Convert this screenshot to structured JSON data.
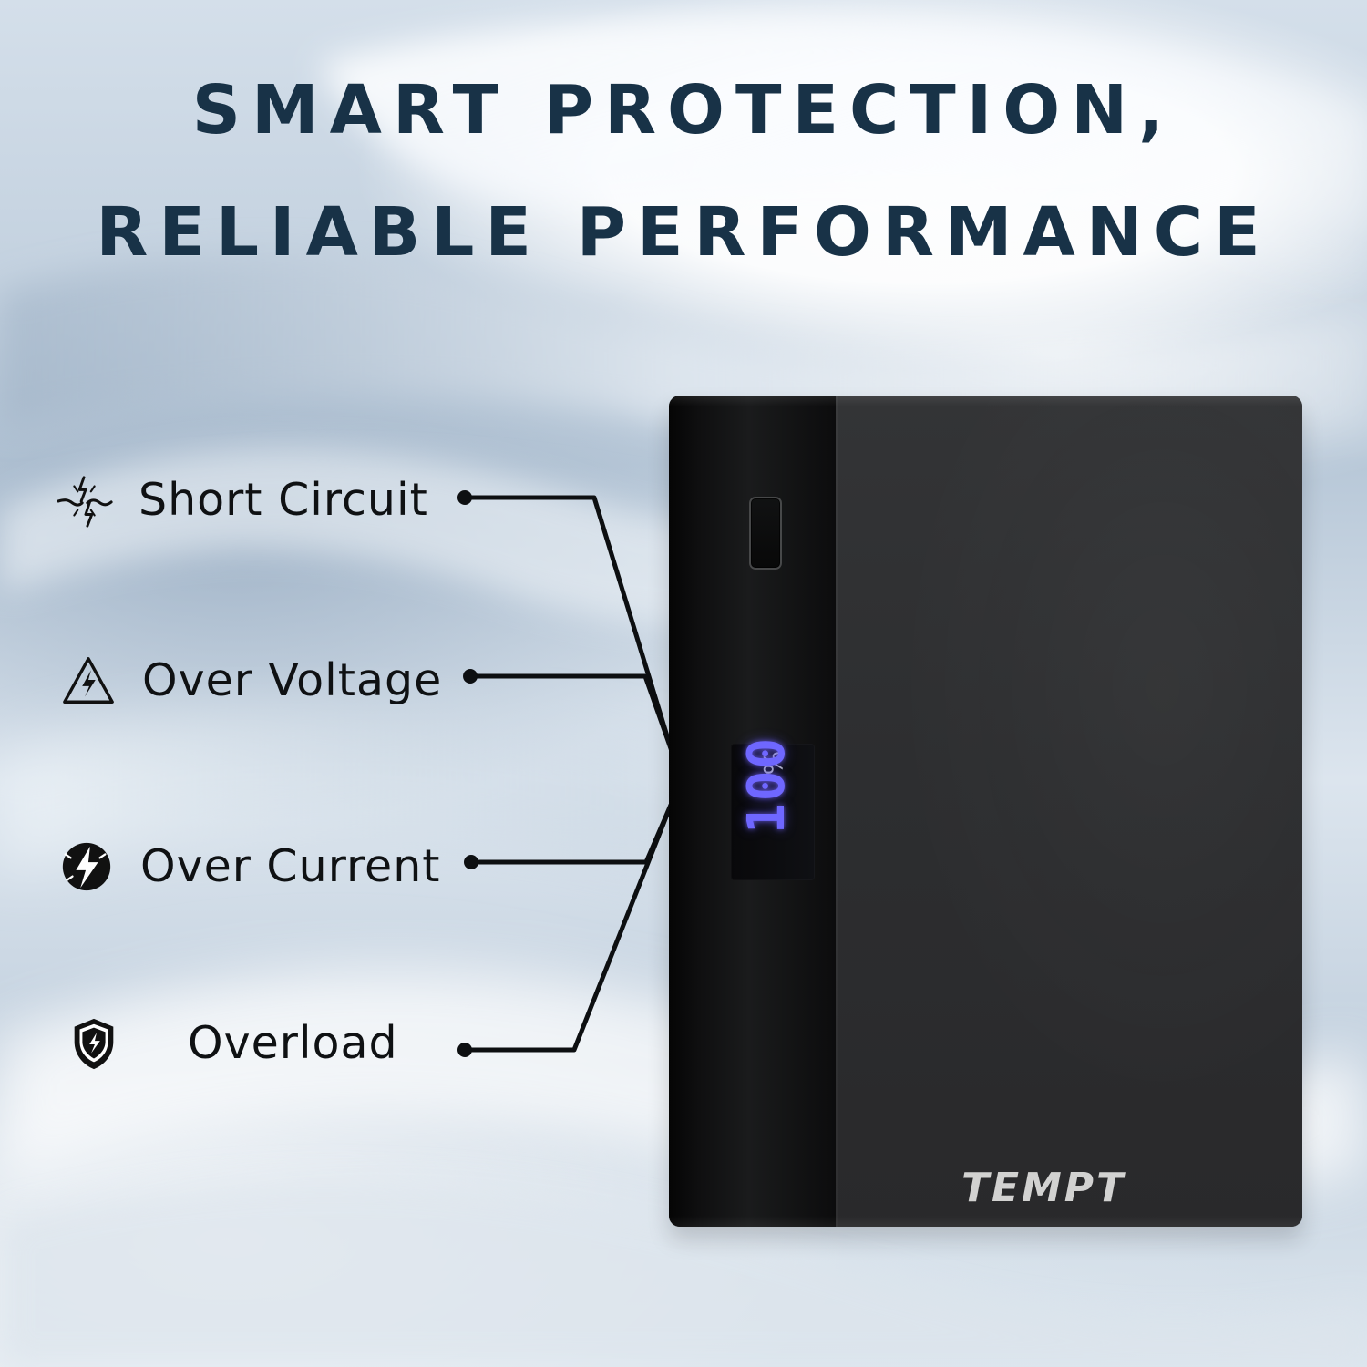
{
  "headline": {
    "line1": "SMART PROTECTION,",
    "line2": "RELIABLE PERFORMANCE"
  },
  "features": [
    {
      "label": "Short Circuit",
      "icon": "short-circuit-icon"
    },
    {
      "label": "Over Voltage",
      "icon": "warning-triangle-icon"
    },
    {
      "label": "Over Current",
      "icon": "lightning-bolt-icon"
    },
    {
      "label": "Overload",
      "icon": "shield-bolt-icon"
    }
  ],
  "device": {
    "brand": "TEMPT",
    "battery_display": "100",
    "battery_unit": "%",
    "body_color": "#2d2e30",
    "side_color": "#111214",
    "display_color": "#6f67ff"
  },
  "colors": {
    "headline": "#183247",
    "feature_text": "#0f1113",
    "callout_lines": "#0d0f11",
    "background_light": "#dce5ee",
    "background_shadow": "#b8c8d8"
  }
}
